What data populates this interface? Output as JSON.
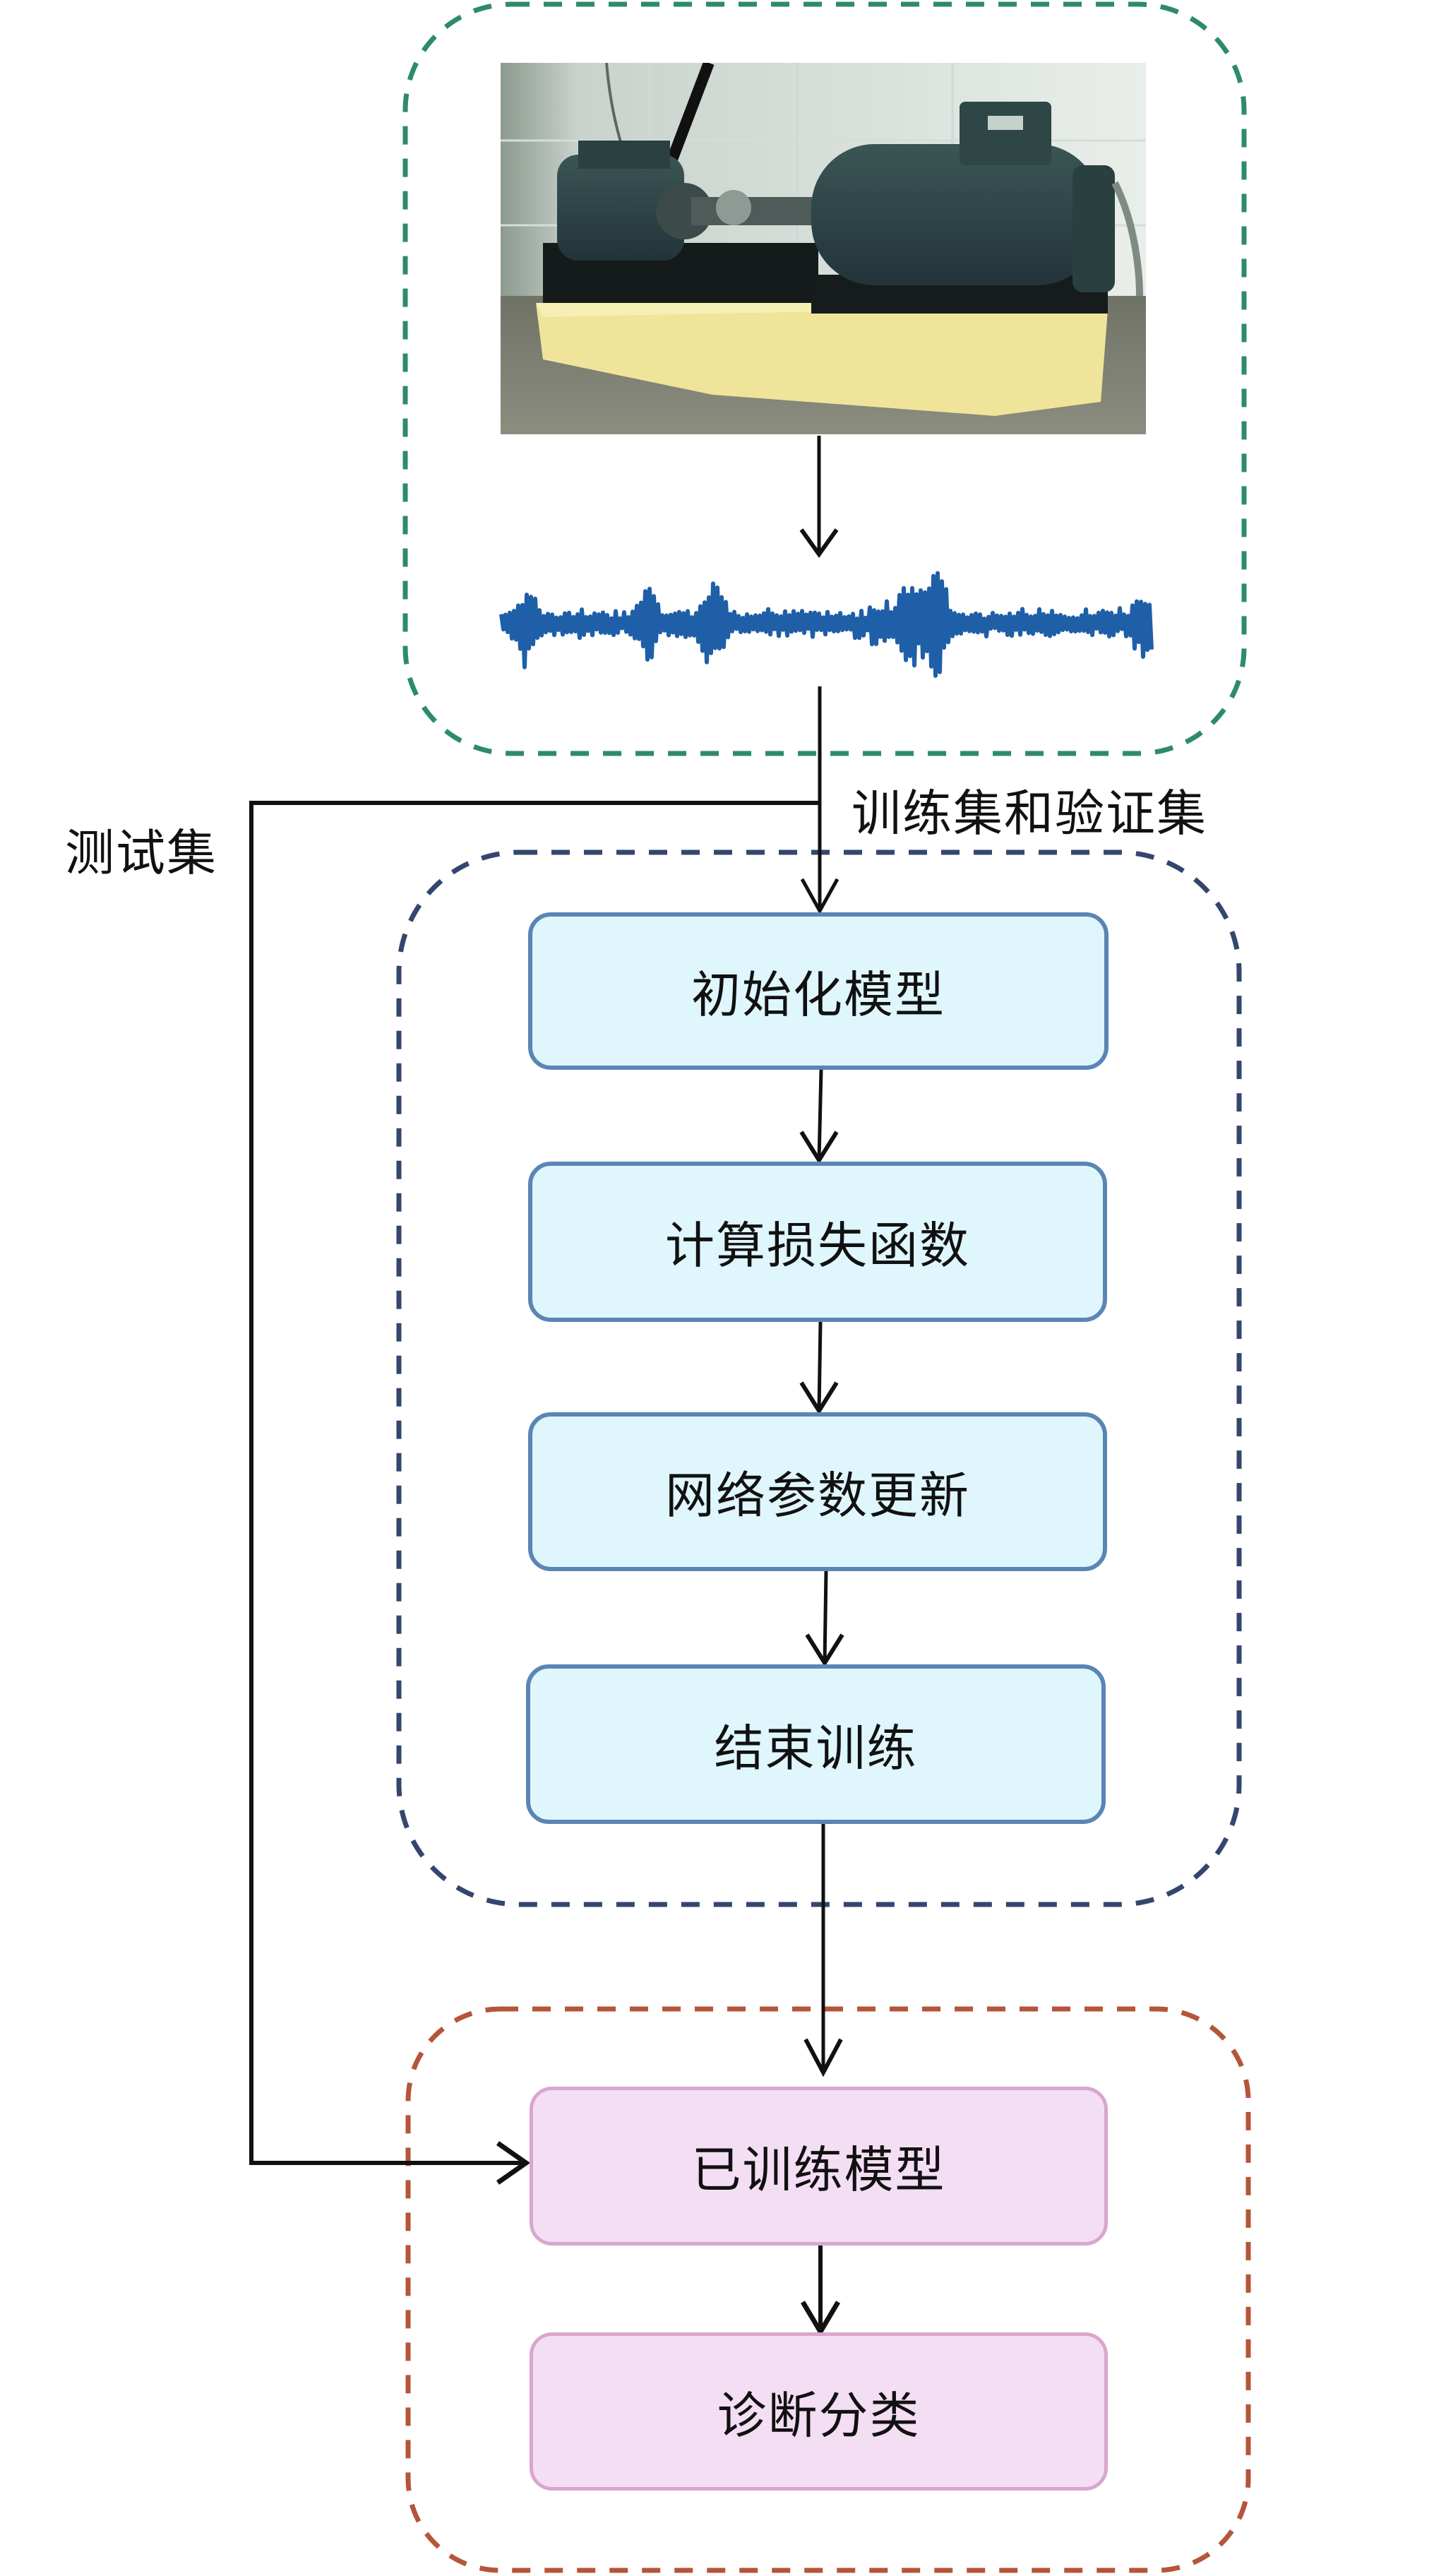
{
  "diagram": {
    "title": "Bearing fault diagnosis training and testing flow",
    "acquisition": {
      "photo_alt": "motor bearing test rig",
      "signal_alt": "vibration signal waveform"
    },
    "labels": {
      "train_val": "训练集和验证集",
      "test": "测试集"
    },
    "training_steps": [
      {
        "label": "初始化模型"
      },
      {
        "label": "计算损失函数"
      },
      {
        "label": "网络参数更新"
      },
      {
        "label": "结束训练"
      }
    ],
    "testing_steps": [
      {
        "label": "已训练模型"
      },
      {
        "label": "诊断分类"
      }
    ],
    "colors": {
      "acquisition_frame": "#2e8b6a",
      "training_frame": "#34466e",
      "testing_frame": "#b5553a",
      "training_box_fill": "#dff6fc",
      "training_box_border": "#5a85b5",
      "testing_box_fill": "#f4def3",
      "testing_box_border": "#d9a6cc",
      "signal": "#1e5fa8",
      "arrow": "#111111"
    }
  }
}
